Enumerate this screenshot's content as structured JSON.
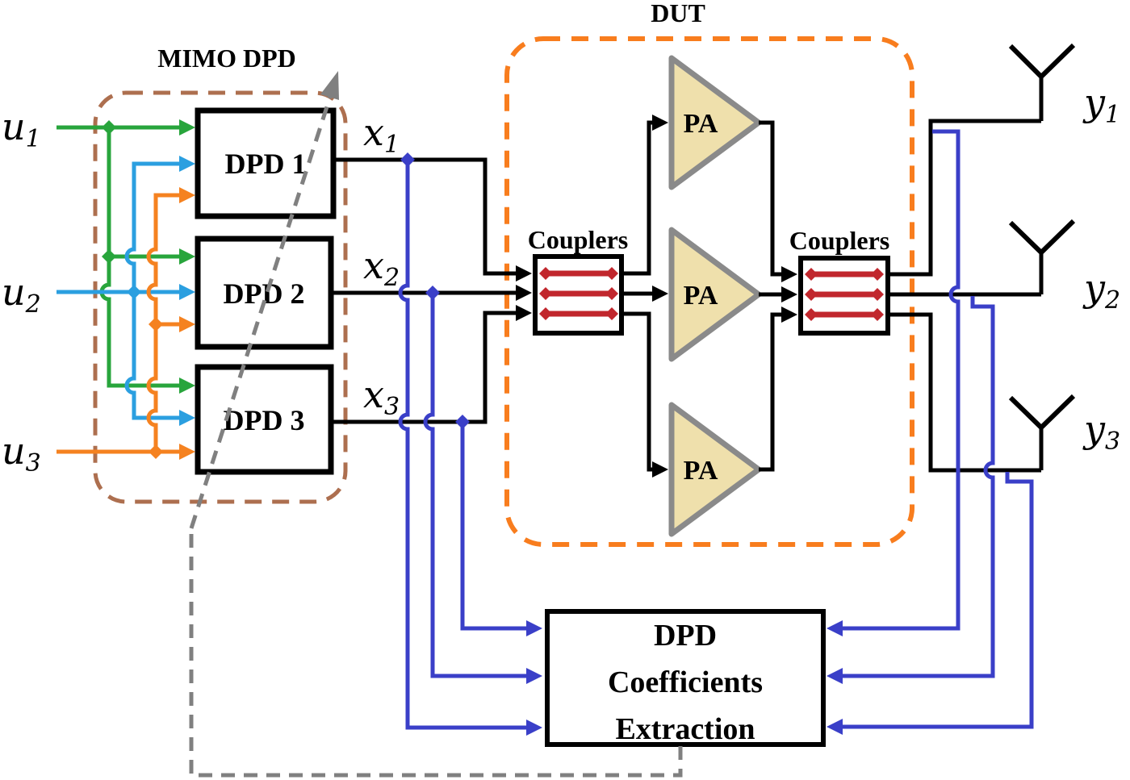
{
  "colors": {
    "signal_green": "#28a53c",
    "signal_cyan": "#2b9fe0",
    "signal_orange": "#f58220",
    "feedback_blue": "#3a3fc8",
    "mimo_box_brown": "#ad6f4f",
    "dut_box_orange": "#f87d1e",
    "coupler_red": "#c1272d",
    "pa_fill": "#efe0ac",
    "pa_border": "#8a8a8a",
    "wire_black": "#000000",
    "identification_gray": "#808080"
  },
  "labels": {
    "mimo_dpd": "MIMO DPD",
    "dut": "DUT",
    "dpd1": "DPD 1",
    "dpd2": "DPD 2",
    "dpd3": "DPD 3",
    "couplers_left": "Couplers",
    "couplers_right": "Couplers",
    "pa1": "PA",
    "pa2": "PA",
    "pa3": "PA",
    "extraction_line1": "DPD",
    "extraction_line2": "Coefficients",
    "extraction_line3": "Extraction",
    "u1_base": "u",
    "u1_sub": "1",
    "u2_base": "u",
    "u2_sub": "2",
    "u3_base": "u",
    "u3_sub": "3",
    "x1_base": "x",
    "x1_sub": "1",
    "x2_base": "x",
    "x2_sub": "2",
    "x3_base": "x",
    "x3_sub": "3",
    "y1_base": "y",
    "y1_sub": "1",
    "y2_base": "y",
    "y2_sub": "2",
    "y3_base": "y",
    "y3_sub": "3"
  }
}
